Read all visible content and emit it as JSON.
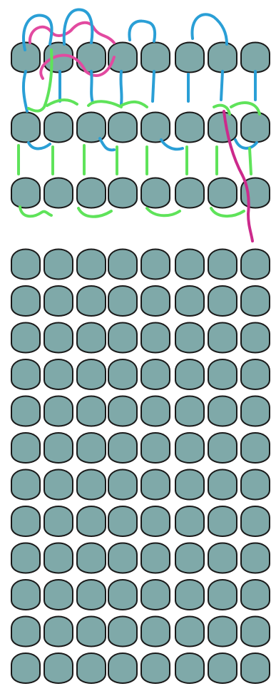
{
  "diagram": {
    "columns": 8,
    "rows": 15,
    "threaded_rows": 3,
    "colors": {
      "bead_fill": "#7fa9a9",
      "bead_outline": "#1a1a1a",
      "thread_blue": "#2a9fd6",
      "thread_green": "#5fe35a",
      "thread_pink": "#e24aa0",
      "thread_magenta": "#cc2a8c",
      "background": "#ffffff"
    }
  }
}
